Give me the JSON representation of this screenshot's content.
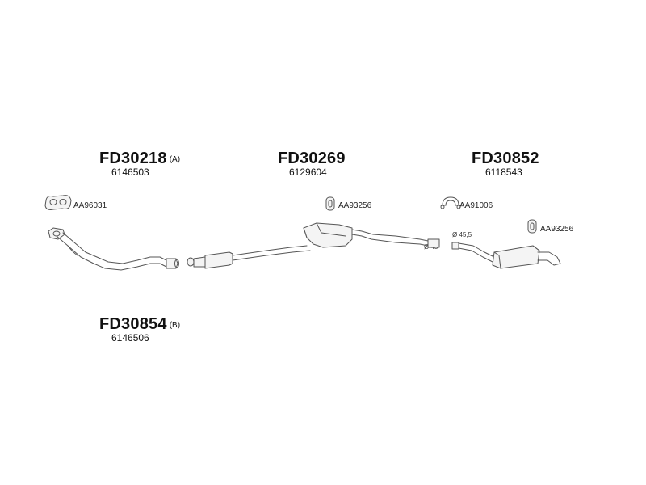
{
  "parts": [
    {
      "code": "FD30218",
      "variant": "(A)",
      "oem": "6146503"
    },
    {
      "code": "FD30269",
      "variant": "",
      "oem": "6129604"
    },
    {
      "code": "FD30852",
      "variant": "",
      "oem": "6118543"
    },
    {
      "code": "FD30854",
      "variant": "(B)",
      "oem": "6146506"
    }
  ],
  "accessories": [
    {
      "code": "AA96031"
    },
    {
      "code": "AA93256"
    },
    {
      "code": "AA91006"
    },
    {
      "code": "AA93256"
    }
  ],
  "diameters": [
    "Ø 45",
    "Ø 45,5"
  ],
  "colors": {
    "line": "#555555",
    "fill": "#f4f4f4",
    "text": "#111111"
  }
}
